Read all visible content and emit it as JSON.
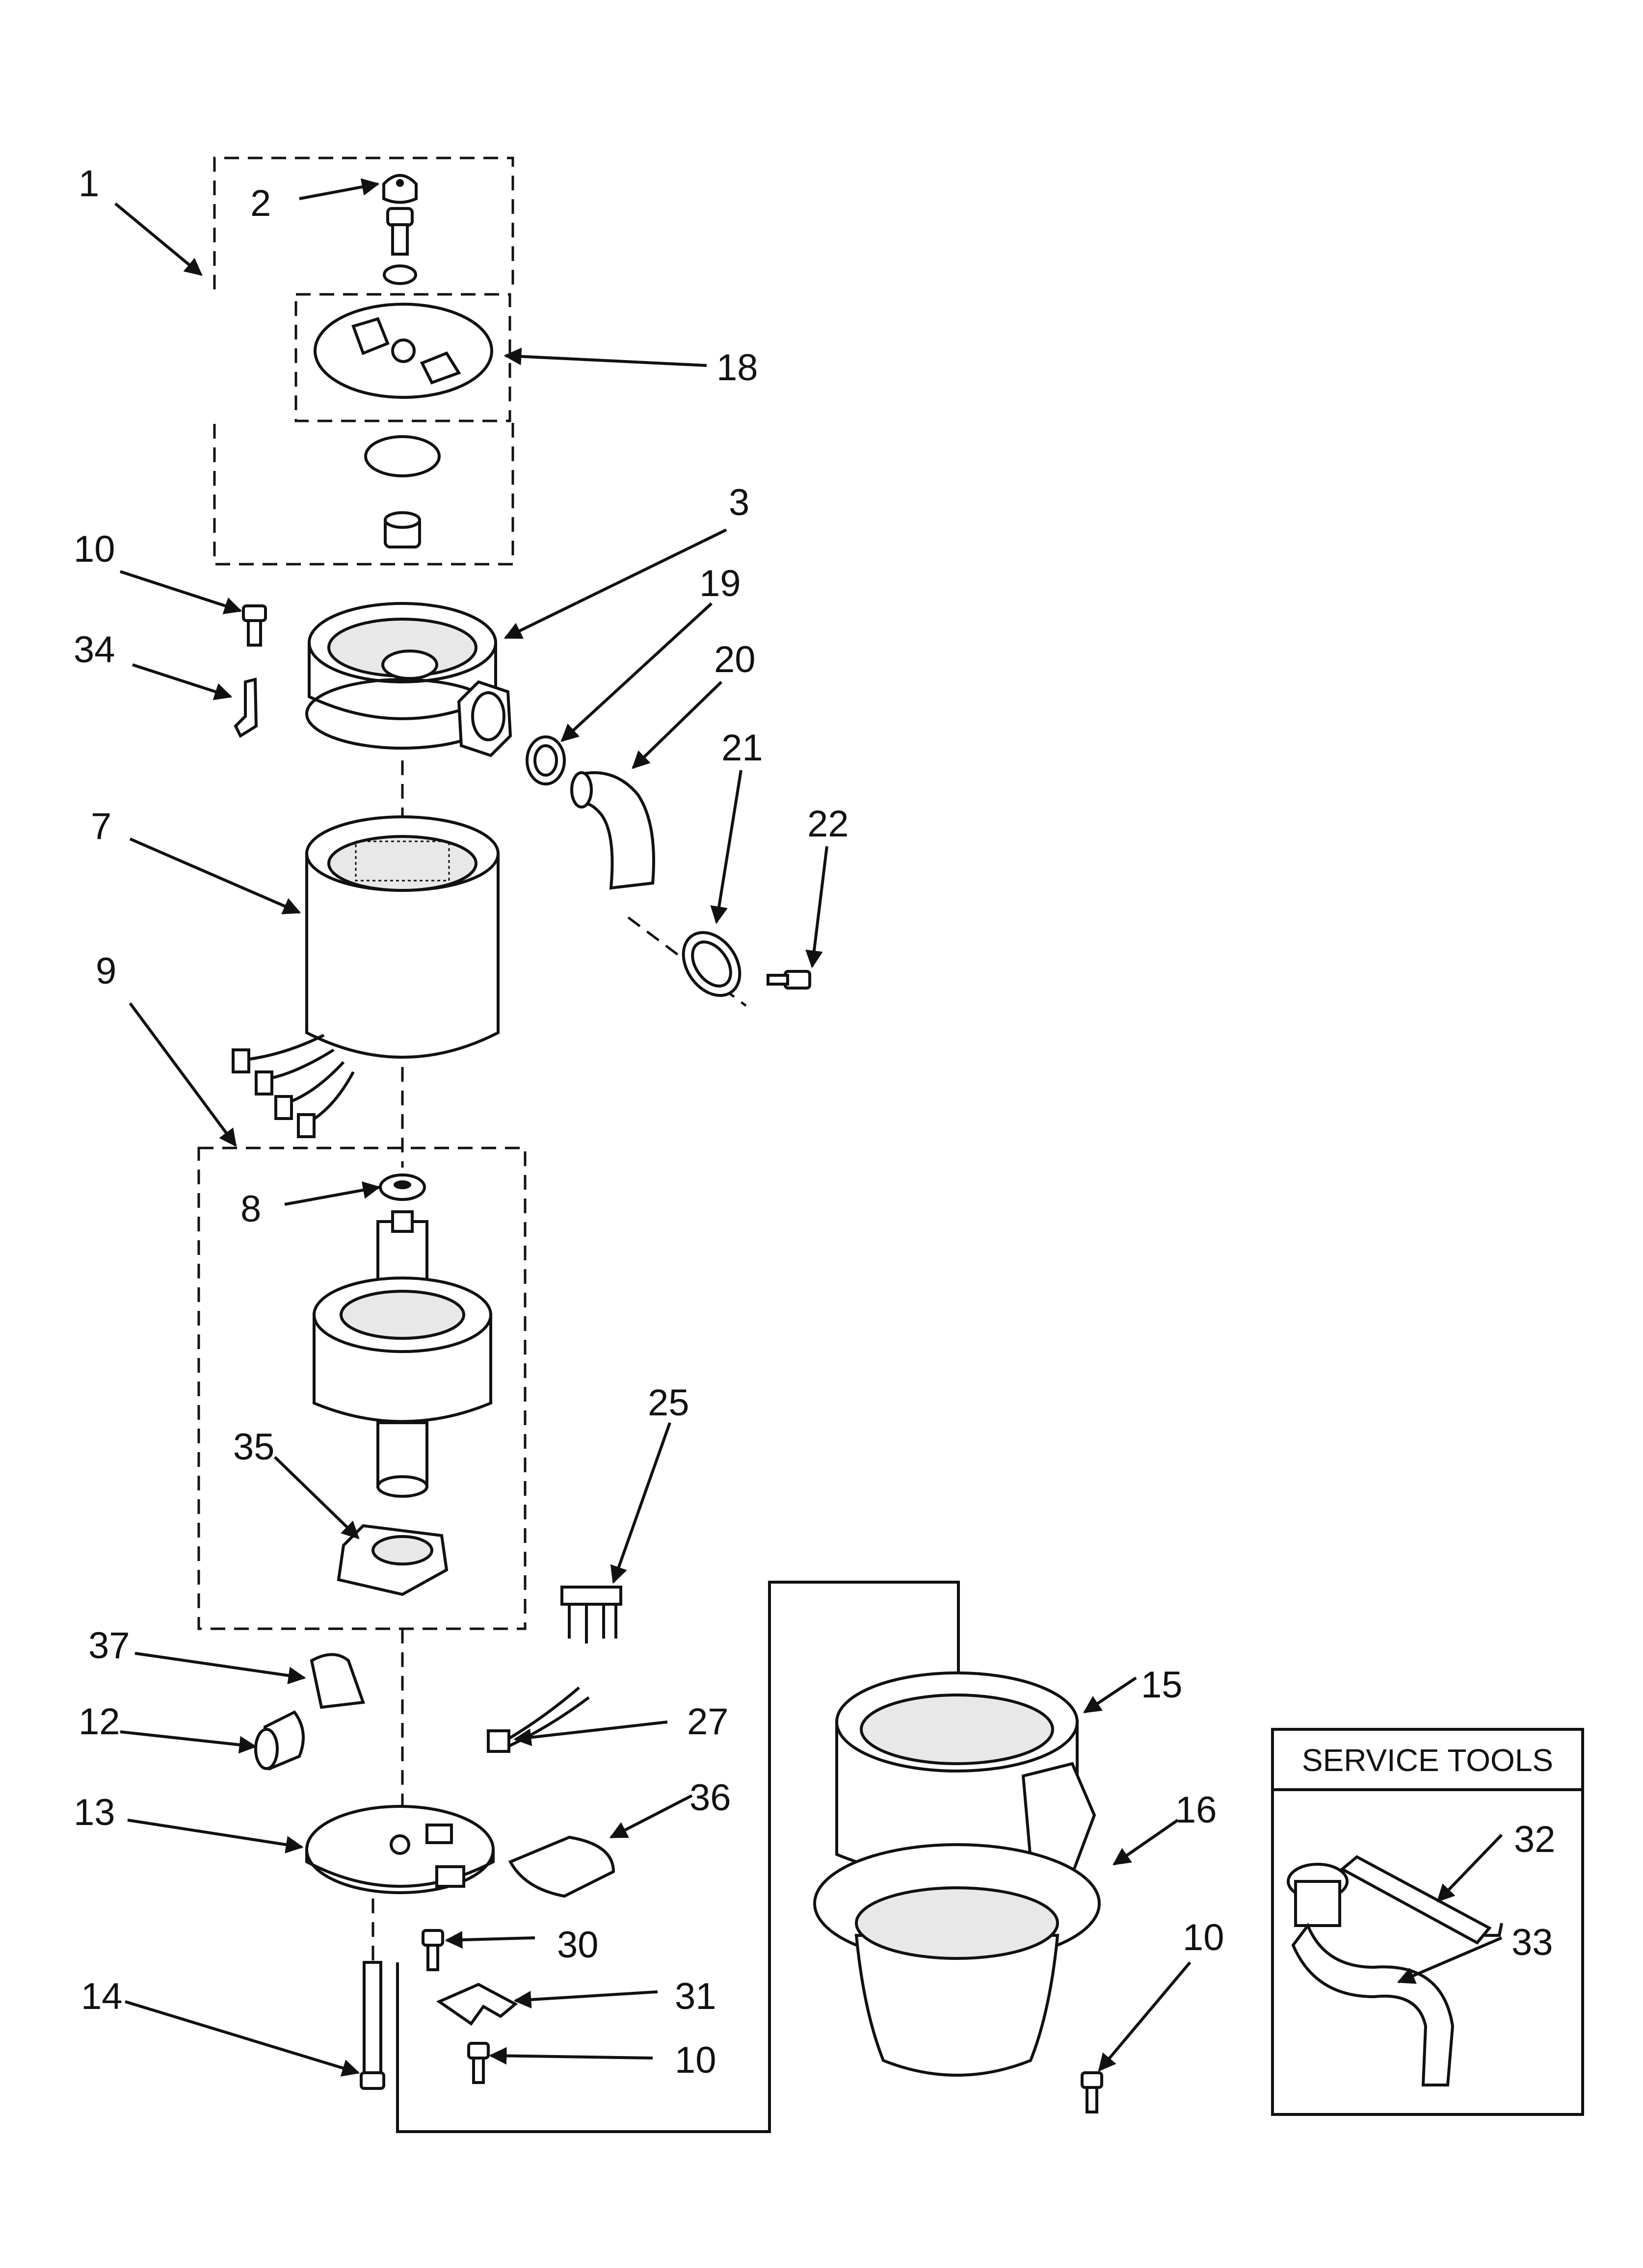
{
  "callouts": {
    "c1": "1",
    "c2": "2",
    "c3": "3",
    "c7": "7",
    "c8": "8",
    "c9": "9",
    "c10a": "10",
    "c10b": "10",
    "c10c": "10",
    "c12": "12",
    "c13": "13",
    "c14": "14",
    "c15": "15",
    "c16": "16",
    "c18": "18",
    "c19": "19",
    "c20": "20",
    "c21": "21",
    "c22": "22",
    "c25": "25",
    "c27": "27",
    "c30": "30",
    "c31": "31",
    "c32": "32",
    "c33": "33",
    "c34": "34",
    "c35": "35",
    "c36": "36",
    "c37": "37"
  },
  "service_tools": {
    "title": "SERVICE TOOLS"
  }
}
